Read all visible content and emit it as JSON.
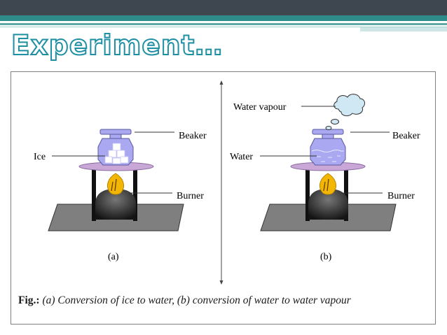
{
  "slide": {
    "title": "Experiment…"
  },
  "figure": {
    "panel_a": {
      "labels": {
        "beaker": "Beaker",
        "ice": "Ice",
        "burner": "Burner",
        "panel": "(a)"
      }
    },
    "panel_b": {
      "labels": {
        "water_vapour": "Water vapour",
        "beaker": "Beaker",
        "water": "Water",
        "burner": "Burner",
        "panel": "(b)"
      }
    },
    "caption": {
      "prefix": "Fig.:",
      "text": " (a) Conversion of ice to water, (b) conversion of water to water vapour"
    }
  },
  "colors": {
    "top_bar": "#3e4650",
    "teal": "#2f8a8a",
    "title_outline": "#1f8fa3",
    "base_plate": "#7f7f7f",
    "tripod_plate": "#c9a8d8",
    "beaker": "#a9a8f0",
    "flame": "#f2b705",
    "cloud": "#cfe8f3"
  }
}
